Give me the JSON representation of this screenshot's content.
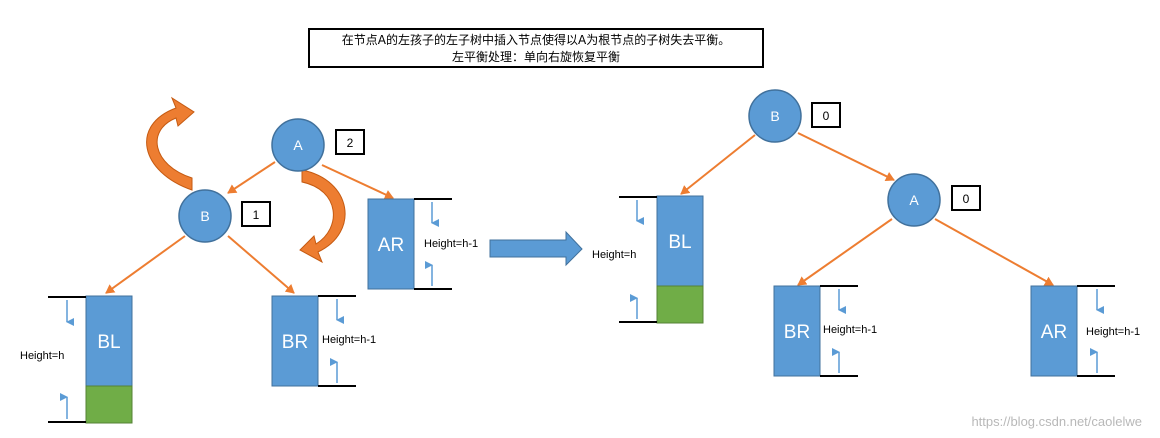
{
  "title": {
    "line1": "在节点A的左孩子的左子树中插入节点使得以A为根节点的子树失去平衡。",
    "line2": "左平衡处理：单向右旋恢复平衡"
  },
  "before": {
    "nodes": {
      "A": "A",
      "B": "B"
    },
    "balance": {
      "A": "2",
      "B": "1"
    },
    "subtrees": {
      "BL": "BL",
      "BR": "BR",
      "AR": "AR"
    },
    "heights": {
      "BL": "Height=h",
      "BR": "Height=h-1",
      "AR": "Height=h-1"
    }
  },
  "after": {
    "nodes": {
      "B": "B",
      "A": "A"
    },
    "balance": {
      "B": "0",
      "A": "0"
    },
    "subtrees": {
      "BL": "BL",
      "BR": "BR",
      "AR": "AR"
    },
    "heights": {
      "BL": "Height=h",
      "BR": "Height=h-1",
      "AR": "Height=h-1"
    }
  },
  "watermark": "https://blog.csdn.net/caolelwe",
  "colors": {
    "node": "#5b9bd5",
    "node_border": "#41719c",
    "edge": "#ed7d31",
    "inserted": "#70ad47",
    "measure": "#5b9bd5"
  }
}
